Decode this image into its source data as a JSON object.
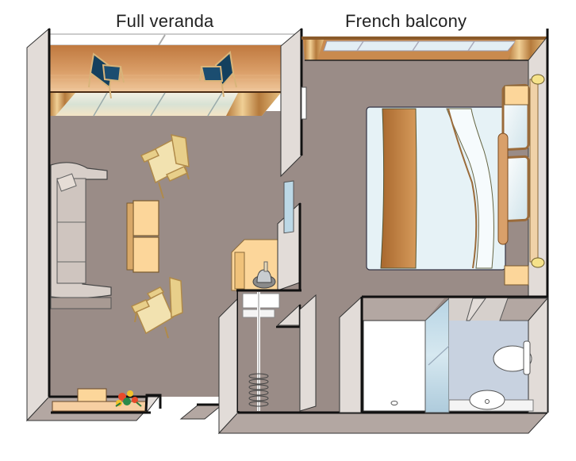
{
  "title": "Cabin floor plan",
  "labels": {
    "veranda": "Full veranda",
    "balcony": "French balcony"
  },
  "rooms": [
    {
      "name": "living-area",
      "features": [
        "sofa",
        "armchair",
        "armchair",
        "coffee-table",
        "desk",
        "flower-vase"
      ]
    },
    {
      "name": "veranda",
      "features": [
        "veranda-chair",
        "veranda-chair"
      ]
    },
    {
      "name": "bedroom",
      "features": [
        "bed",
        "nightstand",
        "nightstand",
        "reading-lamp",
        "reading-lamp"
      ]
    },
    {
      "name": "closet",
      "features": [
        "clothes-rail",
        "hangers"
      ]
    },
    {
      "name": "vanity",
      "features": [
        "ice-bucket",
        "mirror"
      ]
    },
    {
      "name": "bathroom",
      "features": [
        "shower",
        "toilet",
        "sink"
      ]
    }
  ],
  "colors": {
    "floor": "#9a8c87",
    "wall_top": "#e2dcd8",
    "wall_face": "#b3a7a2",
    "wall_line": "#1a1a1a",
    "wood": "#c98a4e",
    "veranda_floor": "#d9a06a",
    "chair_blue": "#14405e",
    "upholstery": "#f2e2b0",
    "table": "#fcd69a",
    "sofa": "#d8cfc9",
    "bed_linen": "#e6f2f6",
    "bed_runner": "#b87a3c",
    "bath_floor": "#c8d2e0",
    "glass": "#bcd8e6"
  }
}
